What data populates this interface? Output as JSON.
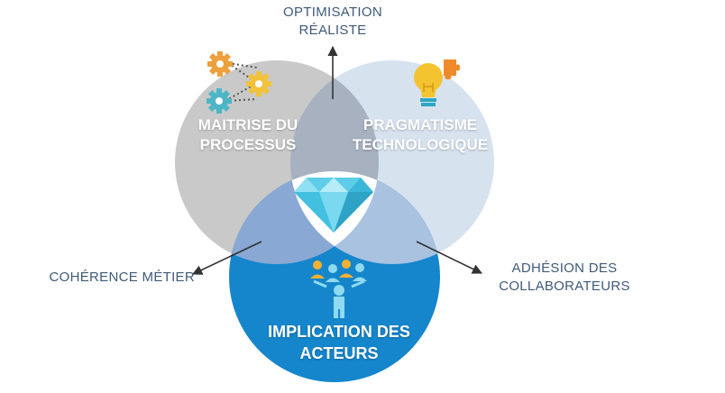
{
  "labels": {
    "top": [
      "Optimisation",
      "réaliste"
    ],
    "left": "Cohérence métier",
    "right": [
      "Adhésion des",
      "collaborateurs"
    ]
  },
  "circles": {
    "maitrise": [
      "Maitrise du",
      "processus"
    ],
    "pragmatisme": [
      "Pragmatisme",
      "technologique"
    ],
    "implication": [
      "Implication des",
      "acteurs"
    ]
  },
  "icons": [
    "gears-icon",
    "lightbulb-puzzle-icon",
    "diamond-icon",
    "team-leader-icon"
  ],
  "colors": {
    "maitrise": "#c9c9c9",
    "pragmatisme": "#d7e2ef",
    "implication": "#1586cc",
    "label_text": "#3f5a7a",
    "gear_orange": "#eda13c",
    "gear_yellow": "#f2c23a",
    "gear_teal": "#4cb6c6",
    "diamond": "#5ecde8"
  }
}
